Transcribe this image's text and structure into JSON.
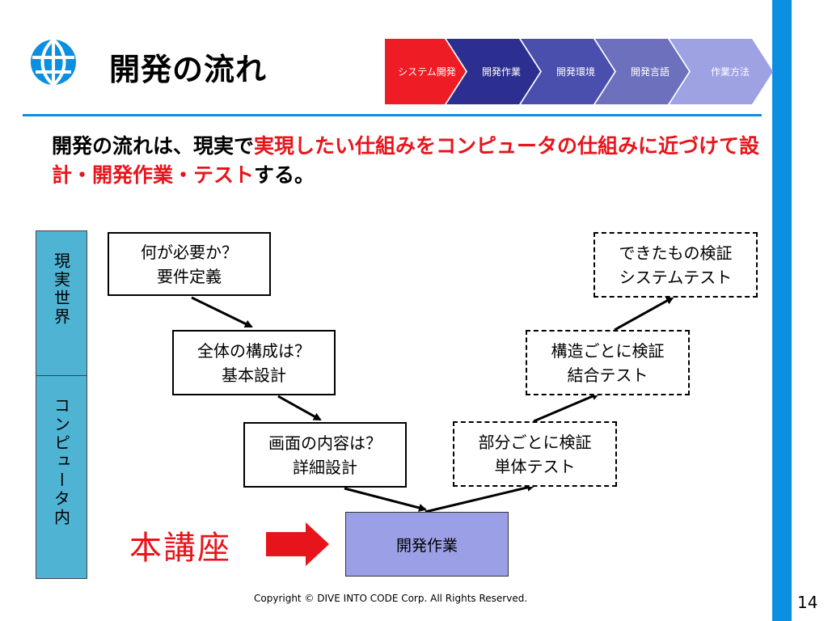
{
  "header": {
    "title": "開発の流れ",
    "logo_icon": "globe-icon",
    "accent_color": "#0b8fe0"
  },
  "nav": {
    "steps": [
      {
        "label": "システム開発",
        "color": "#ee1c24"
      },
      {
        "label": "開発作業",
        "color": "#2c2f8f"
      },
      {
        "label": "開発環境",
        "color": "#4a4fae"
      },
      {
        "label": "開発言語",
        "color": "#6d71bd"
      },
      {
        "label": "作業方法",
        "color": "#9ea2e3"
      }
    ]
  },
  "lead": {
    "part1": "開発の流れは、現実で",
    "part2": "実現したい仕組みをコンピュータの仕組みに近づけて設計・開発作業・テスト",
    "part3": "する。",
    "highlight_color": "#e8141b"
  },
  "sides": {
    "real_world": "現実世界",
    "computer": "コンピュータ内"
  },
  "design_steps": [
    {
      "question": "何が必要か？",
      "name": "要件定義"
    },
    {
      "question": "全体の構成は？",
      "name": "基本設計"
    },
    {
      "question": "画面の内容は？",
      "name": "詳細設計"
    }
  ],
  "test_steps": [
    {
      "question": "部分ごとに検証",
      "name": "単体テスト"
    },
    {
      "question": "構造ごとに検証",
      "name": "結合テスト"
    },
    {
      "question": "できたもの検証",
      "name": "システムテスト"
    }
  ],
  "dev": {
    "label": "開発作業",
    "color": "#9b9fe6"
  },
  "course_label": "本講座",
  "footer": {
    "copyright": "Copyright © DIVE INTO CODE Corp. All Rights Reserved.",
    "page_number": "14"
  }
}
